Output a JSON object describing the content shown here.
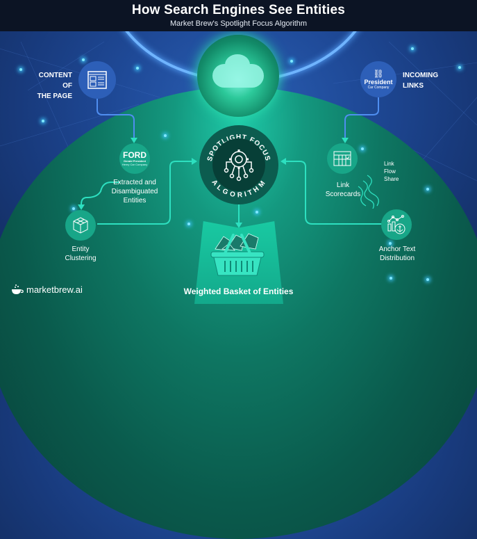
{
  "header": {
    "title": "How Search Engines See Entities",
    "subtitle": "Market Brew's Spotlight Focus Algorithm"
  },
  "inputs": {
    "content": {
      "label_line1": "CONTENT OF",
      "label_line2": "THE PAGE",
      "icon": "webpage-layout-icon"
    },
    "links": {
      "label_line1": "INCOMING",
      "label_line2": "LINKS",
      "badge_title": "President",
      "badge_sub": "Car Company",
      "icon": "chain-link-icon"
    }
  },
  "nodes": {
    "entities": {
      "badge_title": "FORD",
      "badge_sub1": "Gerald President",
      "badge_sub2": "Henry  Car Company",
      "line1": "Extracted and",
      "line2": "Disambiguated",
      "line3": "Entities"
    },
    "clustering": {
      "line1": "Entity",
      "line2": "Clustering",
      "icon": "cube-cluster-icon"
    },
    "scorecards": {
      "line1": "Link",
      "line2": "Scorecards",
      "icon": "table-scorecard-icon"
    },
    "flow": {
      "line1": "Link",
      "line2": "Flow",
      "line3": "Share",
      "icon": "wave-lines-icon"
    },
    "anchor": {
      "line1": "Anchor Text",
      "line2": "Distribution",
      "icon": "anchor-chart-icon"
    }
  },
  "center": {
    "top_arc": "SPOTLIGHT FOCUS",
    "bottom_arc": "ALGORITHM",
    "icon": "gear-circuit-icon"
  },
  "output": {
    "label": "Weighted Basket of Entities",
    "icon": "basket-icon"
  },
  "brand": {
    "name": "marketbrew.ai",
    "icon": "coffee-cup-icon"
  },
  "colors": {
    "header_bg": "#0c1424",
    "blue_bg": "#1f4a98",
    "teal_dome": "#0e7662",
    "accent_teal": "#2de0c0",
    "ring_blue": "#6fb4ff"
  }
}
